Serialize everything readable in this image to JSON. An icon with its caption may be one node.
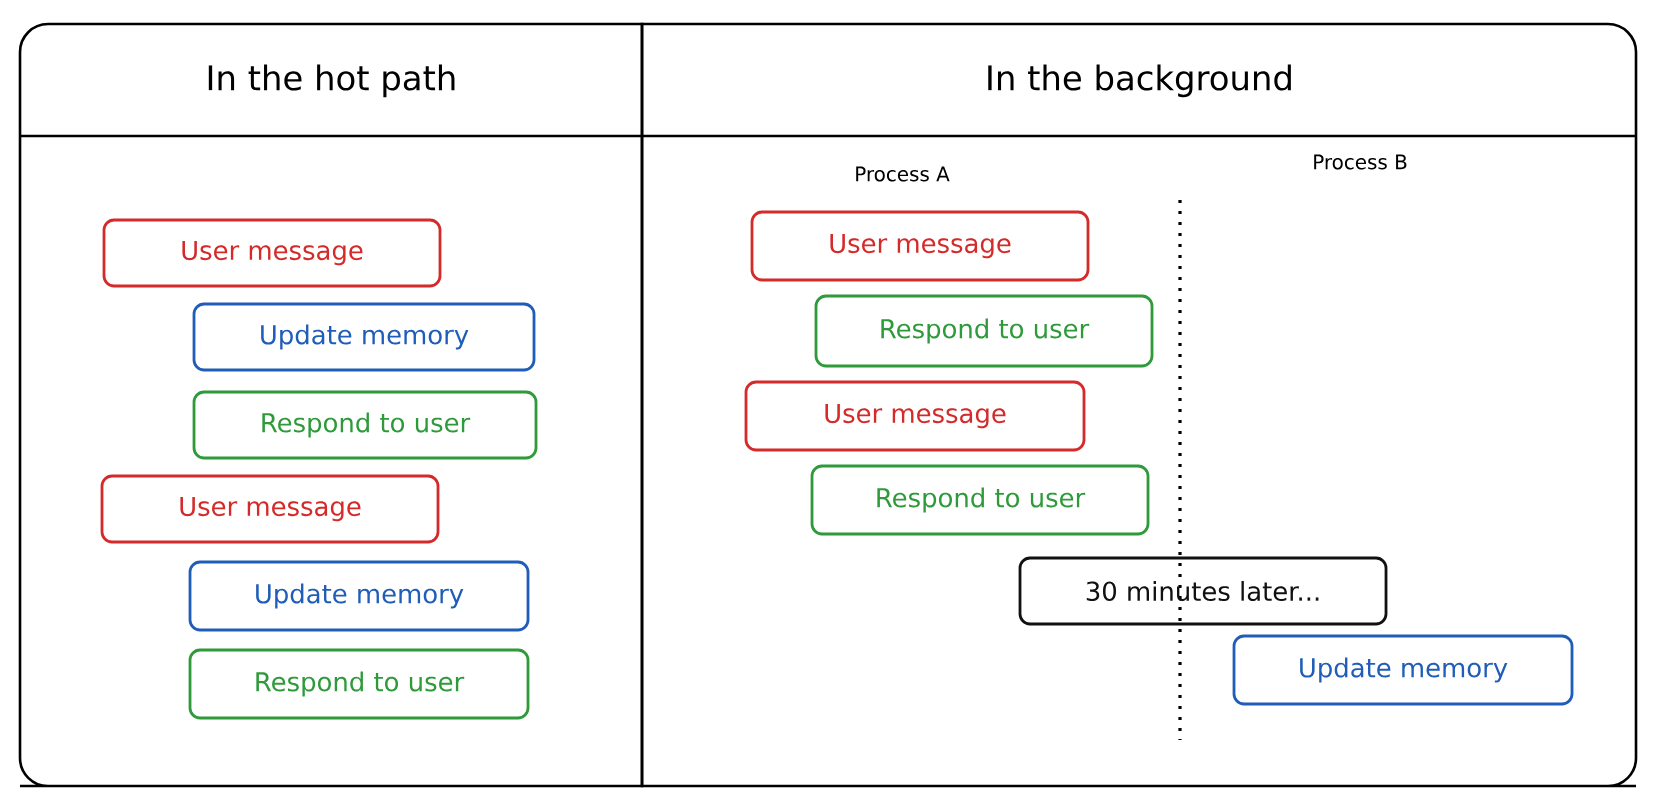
{
  "diagram": {
    "nodes": [
      {
        "text": [
          "In the hot path"
        ]
      },
      {
        "text": [
          "In the background"
        ]
      },
      {
        "text": [
          "User message"
        ],
        "in": 0
      },
      {
        "text": [
          "Update memory"
        ],
        "in": 0
      },
      {
        "text": [
          "Respond to user"
        ],
        "in": 0
      },
      {
        "text": [
          "User message"
        ],
        "in": 0
      },
      {
        "text": [
          "Update memory"
        ],
        "in": 0
      },
      {
        "text": [
          "Respond to user"
        ],
        "in": 0
      },
      {
        "text": [
          "User message"
        ],
        "in": 1
      },
      {
        "text": [
          "Respond to user"
        ],
        "in": 1
      },
      {
        "text": [
          "User message"
        ],
        "in": 1
      },
      {
        "text": [
          "Respond to user"
        ],
        "in": 1
      },
      {
        "text": [
          "30 minutes later..."
        ],
        "in": 1
      },
      {
        "text": [
          "Update memory"
        ],
        "in": 1
      }
    ],
    "edges": [],
    "labels": [
      "Process A",
      "Process B"
    ]
  }
}
